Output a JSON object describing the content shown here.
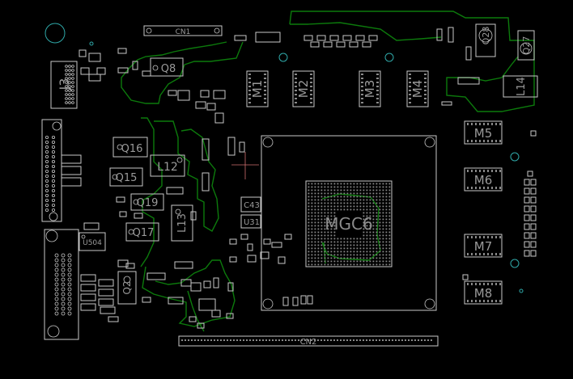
{
  "board": {
    "background": "#000000",
    "outline_color": "#c8c8c8",
    "trace_color": "#0c7a0c",
    "label_color": "#9a9a9a",
    "via_color": "#2fa8a8",
    "cursor_color": "#d07070"
  },
  "labels": {
    "cn1": "CN1",
    "cn2": "CN2",
    "j3": "J3",
    "q8": "Q8",
    "q28": "Q28",
    "q27": "Q27",
    "l14": "L14",
    "m1": "M1",
    "m2": "M2",
    "m3": "M3",
    "m4": "M4",
    "m5": "M5",
    "m6": "M6",
    "m7": "M7",
    "m8": "M8",
    "q16": "Q16",
    "l12": "L12",
    "q15": "Q15",
    "q19": "Q19",
    "l13": "L13",
    "q17": "Q17",
    "u504": "U504",
    "q2": "Q2",
    "c43": "C43",
    "u31": "U31",
    "mgc6": "MGC6"
  }
}
